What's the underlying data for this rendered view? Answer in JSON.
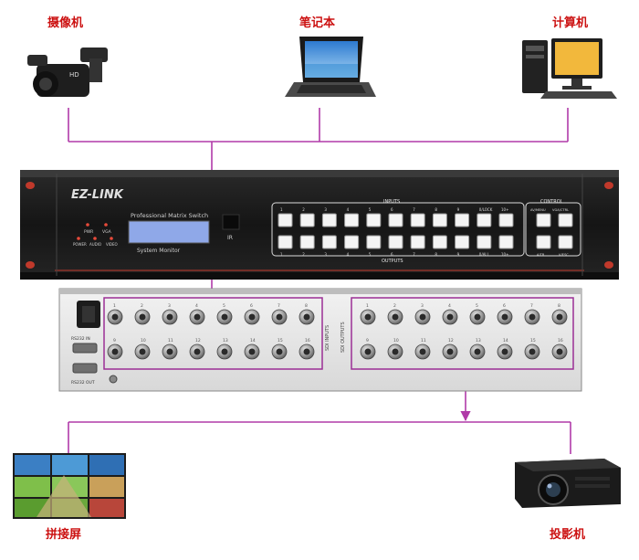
{
  "sources": [
    {
      "label": "摄像机",
      "icon": "camcorder-icon"
    },
    {
      "label": "笔记本",
      "icon": "laptop-icon"
    },
    {
      "label": "计算机",
      "icon": "desktop-computer-icon"
    }
  ],
  "outputs": [
    {
      "label": "拼接屏",
      "icon": "video-wall-icon"
    },
    {
      "label": "投影机",
      "icon": "projector-icon"
    }
  ],
  "device": {
    "brand": "EZ-LINK",
    "model_text": "Professional Matrix Switch",
    "lcd_text": "System Monitor",
    "ir_label": "IR",
    "indicators": [
      "PWR",
      "VGA"
    ],
    "indicator_labels": [
      "POWER",
      "AUDIO",
      "VIDEO"
    ],
    "inputs_label": "INPUTS",
    "outputs_label": "OUTPUTS",
    "control_label": "CONTROL",
    "input_numbers": [
      "1",
      "2",
      "3",
      "4",
      "5",
      "6",
      "7",
      "8",
      "9",
      "0/LOCK",
      "10+"
    ],
    "output_numbers": [
      "1",
      "2",
      "3",
      "4",
      "5",
      "6",
      "7",
      "8",
      "9",
      "0/ALL",
      "10+"
    ],
    "control_top": [
      "AV/MENU",
      "VGA/CTRL"
    ],
    "control_bottom": [
      "A/TR",
      "V/ESC"
    ]
  },
  "rear": {
    "rs232_in": "RS232 IN",
    "rs232_out": "RS232 OUT",
    "sdi_inputs": "SDI INPUTS",
    "sdi_outputs": "SDI OUTPUTS",
    "in_top": [
      "1",
      "2",
      "3",
      "4",
      "5",
      "6",
      "7",
      "8"
    ],
    "in_bottom": [
      "9",
      "10",
      "11",
      "12",
      "13",
      "14",
      "15",
      "16"
    ],
    "out_top": [
      "1",
      "2",
      "3",
      "4",
      "5",
      "6",
      "7",
      "8"
    ],
    "out_bottom": [
      "9",
      "10",
      "11",
      "12",
      "13",
      "14",
      "15",
      "16"
    ]
  },
  "colors": {
    "label": "#cc1111",
    "line": "#b03aa8",
    "frame": "#9b2f95",
    "panel": "#1b1b1b",
    "lcd": "#8fa8e8"
  }
}
